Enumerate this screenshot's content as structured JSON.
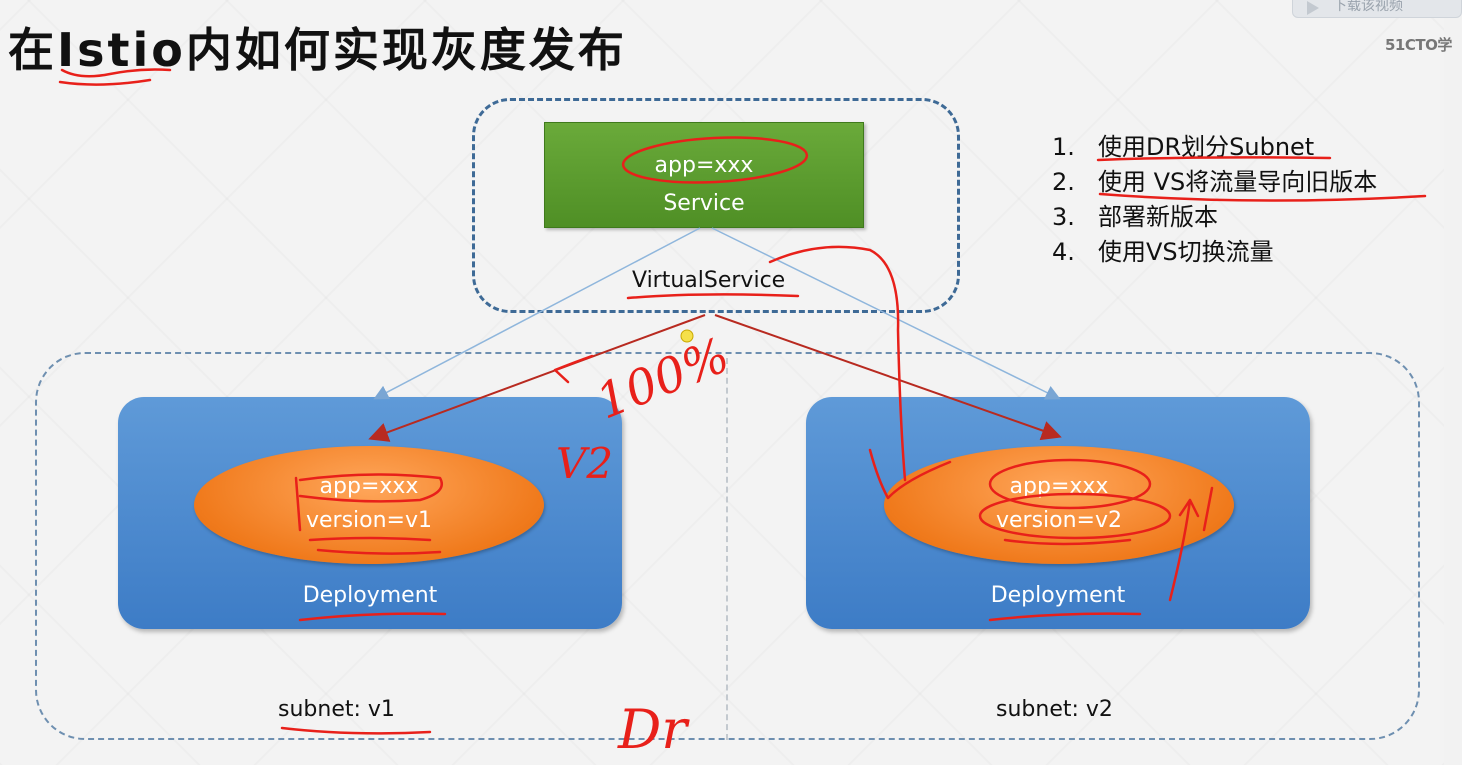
{
  "title": "在Istio内如何实现灰度发布",
  "watermark": {
    "button_text": "下载该视频",
    "logo_text": "51CTO学"
  },
  "service": {
    "selector": "app=xxx",
    "label": "Service"
  },
  "virtual_service": {
    "label": "VirtualService"
  },
  "deployments": [
    {
      "app": "app=xxx",
      "version": "version=v1",
      "label": "Deployment",
      "subnet": "subnet: v1"
    },
    {
      "app": "app=xxx",
      "version": "version=v2",
      "label": "Deployment",
      "subnet": "subnet: v2"
    }
  ],
  "steps": [
    {
      "num": "1.",
      "text": "使用DR划分Subnet"
    },
    {
      "num": "2.",
      "text": "使用 VS将流量导向旧版本"
    },
    {
      "num": "3.",
      "text": "部署新版本"
    },
    {
      "num": "4.",
      "text": "使用VS切换流量"
    }
  ],
  "handwriting": {
    "traffic_percent": "100%",
    "v2_note": "V2",
    "dr_note": "Dr",
    "arrow_note": "↑"
  },
  "colors": {
    "service_green": "#5a9a2e",
    "deployment_blue": "#4a86cc",
    "pod_orange": "#f07a1c",
    "annotation_red": "#e8201a",
    "routing_arrow": "#b82a20",
    "light_arrow": "#8fb6dc",
    "dashed_border": "#3e6a96"
  }
}
